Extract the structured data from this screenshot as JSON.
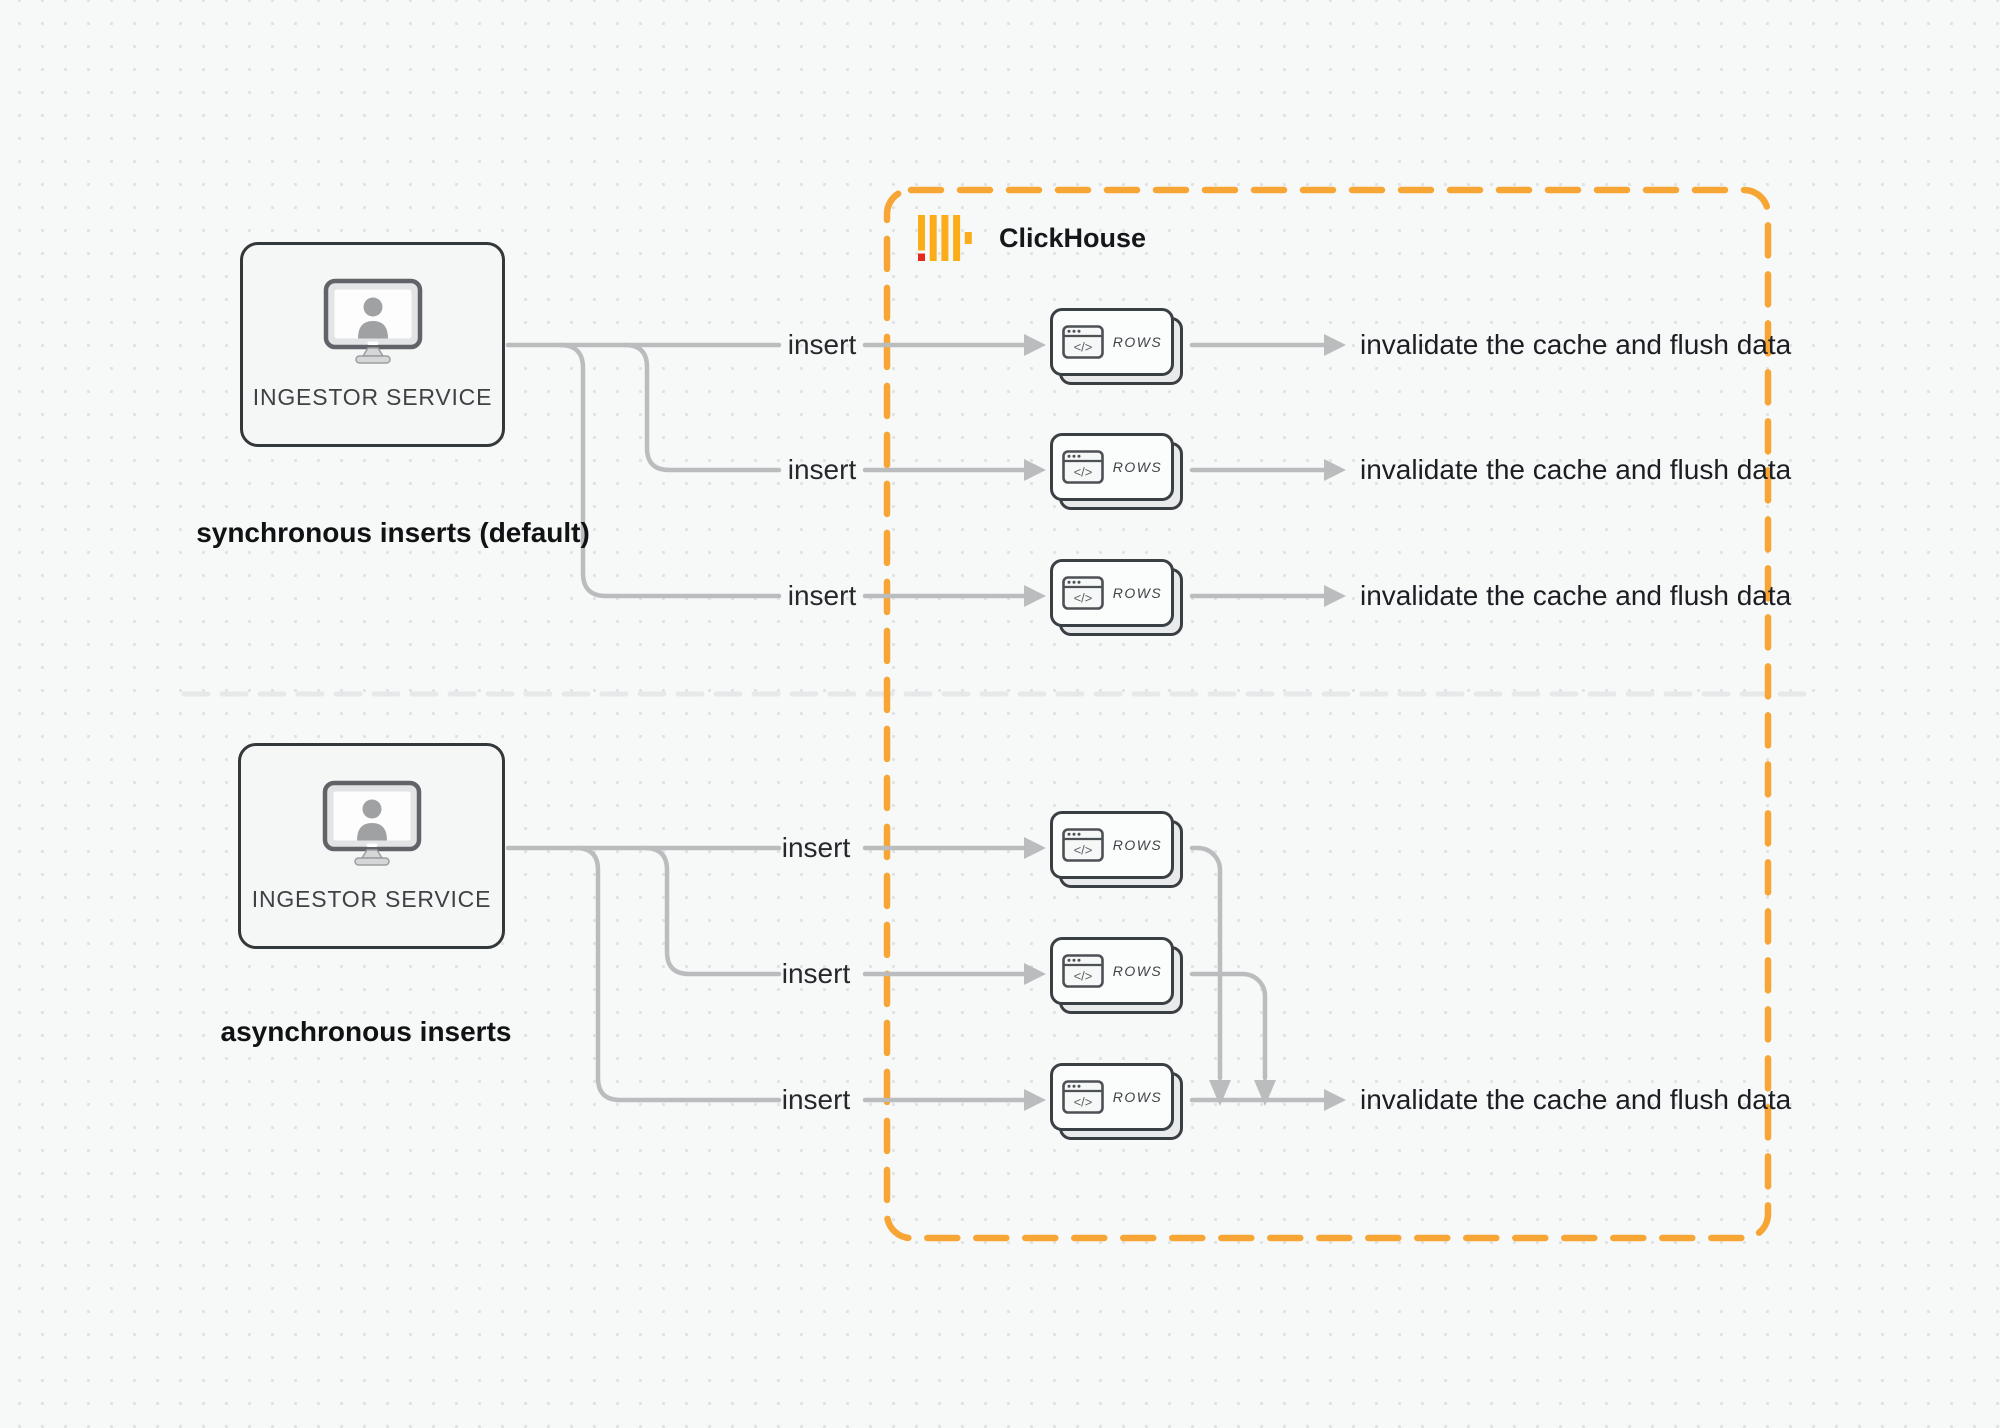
{
  "colors": {
    "background": "#f7f8f8",
    "dot_grid": "#e1e2e3",
    "accent_orange_border": "#F7A534",
    "logo_yellow": "#FAAD19",
    "logo_red": "#E5281E",
    "connector_gray": "#babcbe",
    "divider_gray": "#e7e8e9",
    "node_border_dark": "#33383b"
  },
  "icons": {
    "monitor": "monitor-user-icon",
    "code_window": "code-window-icon",
    "clickhouse_logo": "clickhouse-logo-icon",
    "code_glyph": "</>"
  },
  "clickhouse": {
    "label": "ClickHouse"
  },
  "sync": {
    "service_label": "INGESTOR SERVICE",
    "caption": "synchronous inserts (default)",
    "rows": [
      {
        "insert_label": "insert",
        "card_label": "ROWS",
        "result_label": "invalidate the cache and flush data"
      },
      {
        "insert_label": "insert",
        "card_label": "ROWS",
        "result_label": "invalidate the cache and flush data"
      },
      {
        "insert_label": "insert",
        "card_label": "ROWS",
        "result_label": "invalidate the cache and flush data"
      }
    ]
  },
  "async": {
    "service_label": "INGESTOR SERVICE",
    "caption": "asynchronous inserts",
    "rows": [
      {
        "insert_label": "insert",
        "card_label": "ROWS"
      },
      {
        "insert_label": "insert",
        "card_label": "ROWS"
      },
      {
        "insert_label": "insert",
        "card_label": "ROWS"
      }
    ],
    "result_label": "invalidate the cache and flush data"
  }
}
